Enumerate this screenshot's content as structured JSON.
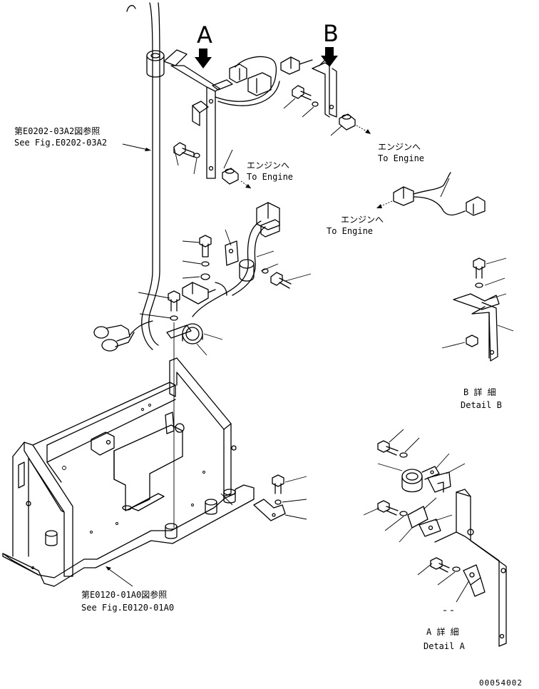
{
  "labels": {
    "view_a": "A",
    "view_b": "B",
    "ref_top_jp": "第E0202-03A2図参照",
    "ref_top_en": "See Fig.E0202-03A2",
    "to_engine_1_jp": "エンジンへ",
    "to_engine_1_en": "To Engine",
    "to_engine_2_jp": "エンジンへ",
    "to_engine_2_en": "To Engine",
    "to_engine_3_jp": "エンジンへ",
    "to_engine_3_en": "To Engine",
    "detail_b_jp": "B 詳 細",
    "detail_b_en": "Detail B",
    "detail_a_jp": "A 詳 細",
    "detail_a_en": "Detail A",
    "ref_bottom_jp": "第E0120-01A0図参照",
    "ref_bottom_en": "See Fig.E0120-01A0",
    "drawing_number": "00054002"
  }
}
